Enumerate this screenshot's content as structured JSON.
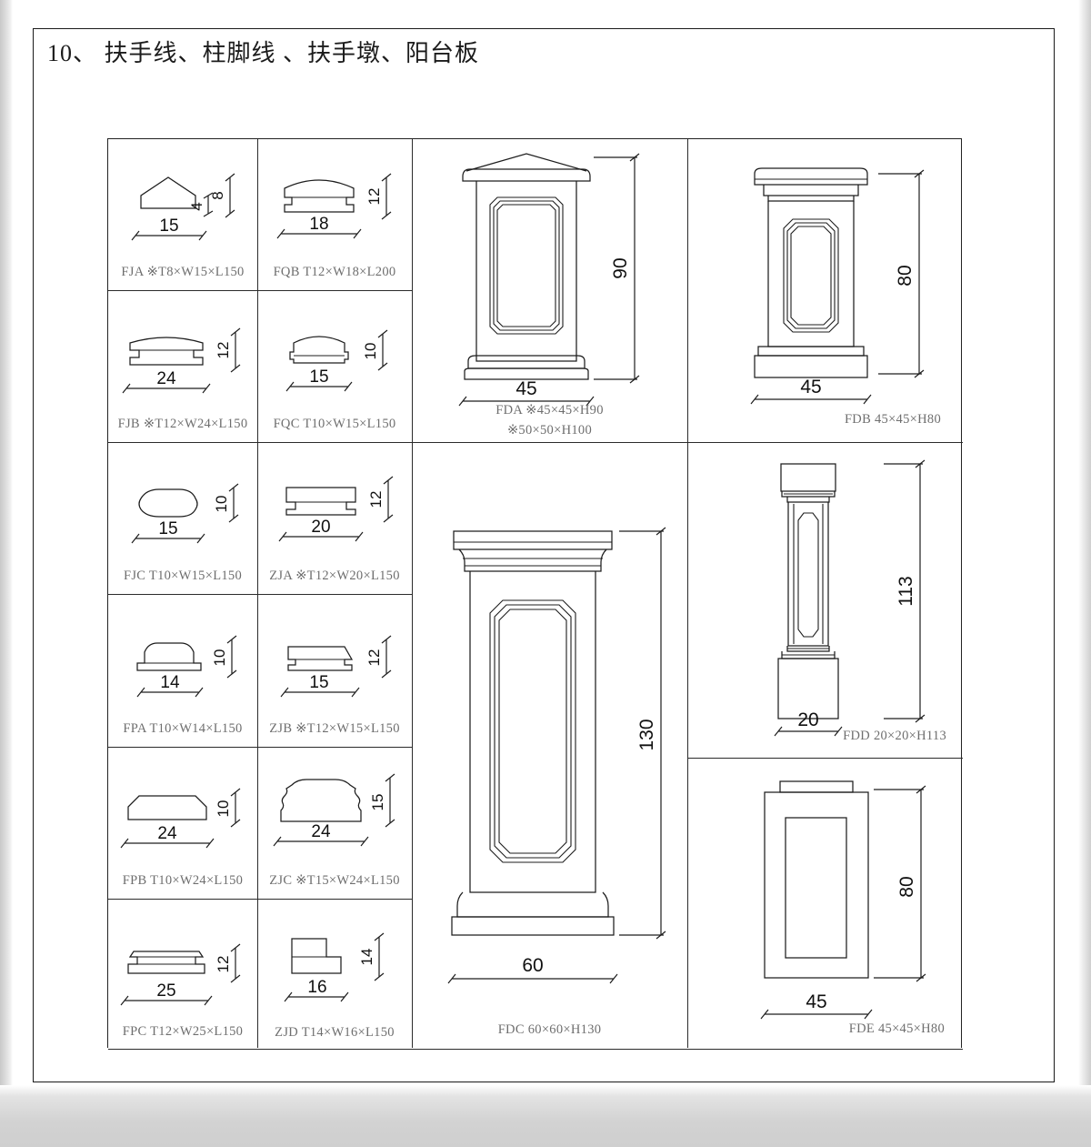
{
  "page": {
    "title": "10、 扶手线、柱脚线 、扶手墩、阳台板"
  },
  "profiles": [
    {
      "code": "FJA",
      "caption": "FJA  ※T8×W15×L150",
      "width_dim": "15",
      "height_dim": "8",
      "extra_dim": "4",
      "shape": "gable"
    },
    {
      "code": "FQB",
      "caption": "FQB  T12×W18×L200",
      "width_dim": "18",
      "height_dim": "12",
      "shape": "handrail-a"
    },
    {
      "code": "FJB",
      "caption": "FJB  ※T12×W24×L150",
      "width_dim": "24",
      "height_dim": "12",
      "shape": "handrail-b"
    },
    {
      "code": "FQC",
      "caption": "FQC  T10×W15×L150",
      "width_dim": "15",
      "height_dim": "10",
      "shape": "handrail-c"
    },
    {
      "code": "FJC",
      "caption": "FJC   T10×W15×L150",
      "width_dim": "15",
      "height_dim": "10",
      "shape": "blob"
    },
    {
      "code": "ZJA",
      "caption": "ZJA  ※T12×W20×L150",
      "width_dim": "20",
      "height_dim": "12",
      "shape": "base-a"
    },
    {
      "code": "FPA",
      "caption": "FPA  T10×W14×L150",
      "width_dim": "14",
      "height_dim": "10",
      "shape": "cap-a"
    },
    {
      "code": "ZJB",
      "caption": "ZJB  ※T12×W15×L150",
      "width_dim": "15",
      "height_dim": "12",
      "shape": "base-b"
    },
    {
      "code": "FPB",
      "caption": "FPB  T10×W24×L150",
      "width_dim": "24",
      "height_dim": "10",
      "shape": "trapezoid"
    },
    {
      "code": "ZJC",
      "caption": "ZJC  ※T15×W24×L150",
      "width_dim": "24",
      "height_dim": "15",
      "shape": "ogee"
    },
    {
      "code": "FPC",
      "caption": "FPC   T12×W25×L150",
      "width_dim": "25",
      "height_dim": "12",
      "shape": "plank"
    },
    {
      "code": "ZJD",
      "caption": "ZJD  T14×W16×L150",
      "width_dim": "16",
      "height_dim": "14",
      "shape": "step"
    }
  ],
  "pedestals": {
    "fda": {
      "code": "FDA",
      "caption_line1": "FDA  ※45×45×H90",
      "caption_line2": "※50×50×H100",
      "width_dim": "45",
      "height_dim": "90"
    },
    "fdb": {
      "code": "FDB",
      "caption": "FDB   45×45×H80",
      "width_dim": "45",
      "height_dim": "80"
    },
    "fdc": {
      "code": "FDC",
      "caption": "FDC  60×60×H130",
      "width_dim": "60",
      "height_dim": "130"
    },
    "fdd": {
      "code": "FDD",
      "caption": "FDD  20×20×H113",
      "width_dim": "20",
      "height_dim": "113"
    },
    "fde": {
      "code": "FDE",
      "caption": "FDE  45×45×H80",
      "width_dim": "45",
      "height_dim": "80"
    }
  },
  "colors": {
    "line": "#1d1d1d",
    "caption": "#6e6e6e",
    "frame": "#1a1a1a",
    "paper": "#ffffff"
  }
}
